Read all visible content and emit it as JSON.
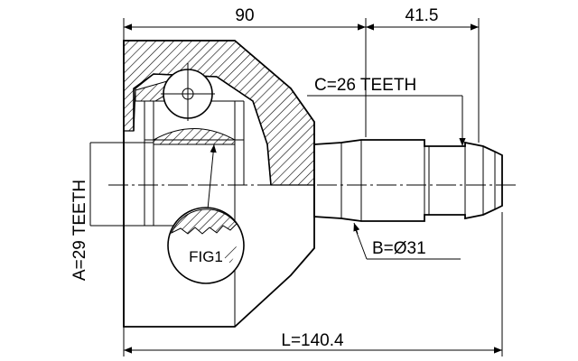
{
  "dimensions": {
    "housing_length": "90",
    "spline_length": "41.5",
    "outer_teeth": "C=26 TEETH",
    "inner_teeth": "A=29 TEETH",
    "shaft_diameter": "B=Ø31",
    "total_length": "L=140.4"
  },
  "figure_label": "FIG1",
  "colors": {
    "line": "#000000",
    "background": "#ffffff"
  }
}
